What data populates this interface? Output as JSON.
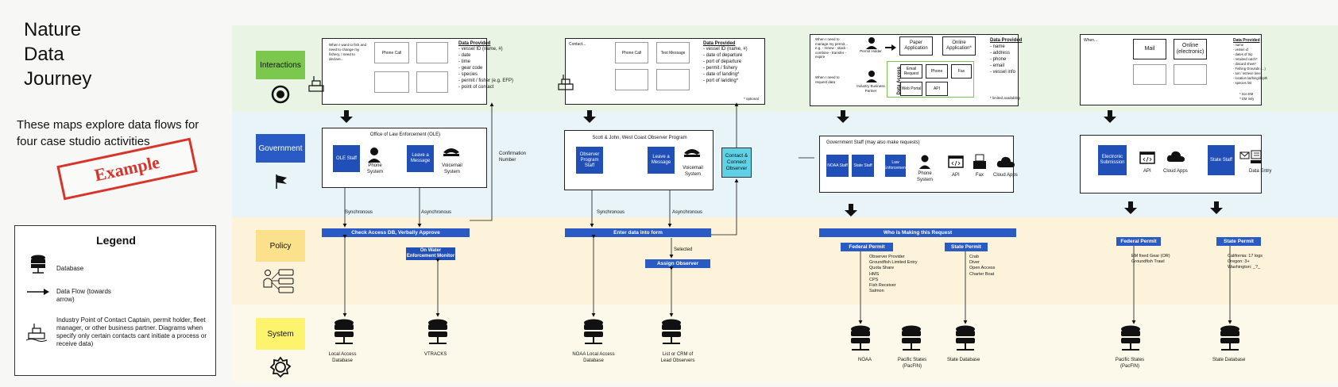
{
  "header": {
    "title_lines": [
      "Nature",
      "Data",
      "Journey"
    ],
    "subtitle": "These maps explore data flows for four case studio activities",
    "stamp": "Example"
  },
  "legend": {
    "title": "Legend",
    "database": "Database",
    "dataflow": "Data Flow (towards arrow)",
    "industry": "Industry Point of Contact Captain, permit holder, fleet manager, or other business partner. Diagrams when specify only certain contacts cant initiate a process or receive data)"
  },
  "lanes": {
    "interactions": "Interactions",
    "government": "Government",
    "policy": "Policy",
    "system": "System"
  },
  "colors": {
    "green": "#7cc84f",
    "blue": "#2a5bc5",
    "yellow": "#fce18c",
    "sys": "#fdf36c",
    "cyan": "#5fd2e8"
  },
  "c1": {
    "intro": "When I want to fish and need to change my fishery, I need to declare...",
    "phone_call": "Phone Call",
    "data_title": "Data Provided",
    "data_items": [
      "- vessel ID (name, #)",
      "- date",
      "- time",
      "- gear code",
      "- species",
      "- permit / fisher (e.g. EFP)",
      "- point of contact"
    ],
    "gov_title": "Office of Law Enforcement (OLE)",
    "ole_staff": "OLE Staff",
    "phone_system": "Phone System",
    "leave_msg": "Leave a Message",
    "voicemail": "Voicemail System",
    "confirmation": "Confirmation Number",
    "sync": "Synchronous",
    "async": "Asynchronous",
    "check_bar": "Check Access DB, Verbally Approve",
    "onwater": "On Water Enforcement Monitor",
    "db1": "Local Access Database",
    "db2": "VTRACKS"
  },
  "c2": {
    "intro": "Contact...",
    "phone_call": "Phone Call",
    "text_msg": "Text Message",
    "data_title": "Data Provided",
    "data_items": [
      "- vessel ID (name, #)",
      "- date of departure",
      "- port of departure",
      "- permit / fishery",
      "- date of landing*",
      "- port of landing*"
    ],
    "optional": "* optional",
    "gov_title": "Scott & John, West Coast Observer Program",
    "obs_staff": "Observer Program Staff",
    "leave_msg": "Leave a Message",
    "voicemail": "Voicemail System",
    "contact": "Contact & Connect Observer",
    "sync": "Synchronous",
    "async": "Asynchronous",
    "enter_bar": "Enter data into form",
    "selected": "Selected",
    "assign": "Assign Observer",
    "db1": "NOAA Local Access Database",
    "db2": "List or CRM of Lead Observers"
  },
  "c3": {
    "intro1": "When I need to manage my permit... e.g. - renew - stack - combine - transfer - expire",
    "intro2": "When I need to request data",
    "permit_holder": "Permit Holder",
    "industry_partner": "Industry Business Partner",
    "paper": "Paper Application",
    "online": "Online Application*",
    "data_access": "Data Access",
    "email": "Email Request",
    "phone": "Phone",
    "fax": "Fax",
    "web_portal": "Web Portal",
    "api": "API",
    "data_title": "Data Provided",
    "data_items": [
      "- name",
      "- address",
      "- phone",
      "- email",
      "- vessel info"
    ],
    "limited": "* limited availability",
    "gov_title": "Government Staff (may also make requests)",
    "noaa_staff": "NOAA Staff",
    "state_staff": "State Staff",
    "law_enf": "Law Enforcement",
    "phone_system": "Phone System",
    "api2": "API",
    "fax2": "Fax",
    "cloud": "Cloud Apps",
    "who_bar": "Who is Making this Request",
    "fed_permit": "Federal Permit",
    "fed_items": [
      "Observer Provider",
      "Groundfish Limited Entry",
      "Quota Share",
      "HMS",
      "CPS",
      "Fish Receiver",
      "Salmon"
    ],
    "state_permit": "State Permit",
    "state_items": [
      "Crab",
      "Diver",
      "Open Access",
      "Charter Boat"
    ],
    "db1": "NOAA",
    "db2": "Pacific States (PacFIN)",
    "db3": "State Database"
  },
  "c4": {
    "intro": "When...",
    "mail": "Mail",
    "online": "Online (electronic)",
    "data_title": "Data Provided",
    "data_items": [
      "- name",
      "- vessel id",
      "- dates of trip",
      "- retained catch*",
      "- discard sheet*",
      "- Fishing Grounds (...)",
      "  - set / retrieve time",
      "  - location lat/long/depth",
      "  - species list"
    ],
    "notes": [
      "* non EM",
      "^ EM only"
    ],
    "elec": "Electronic Submission",
    "api": "API",
    "cloud": "Cloud Apps",
    "state_staff": "State Staff",
    "data_entry": "Data Entry",
    "fed_permit": "Federal Permit",
    "fed_items": [
      "EM fixed Gear (OR)",
      "Groundfish Trawl"
    ],
    "state_permit": "State Permit",
    "state_items": [
      "California: 17 logs",
      "Oregon: 3+",
      "Washington: _?_"
    ],
    "db1": "Pacific States (PacFIN)",
    "db2": "State Database"
  }
}
